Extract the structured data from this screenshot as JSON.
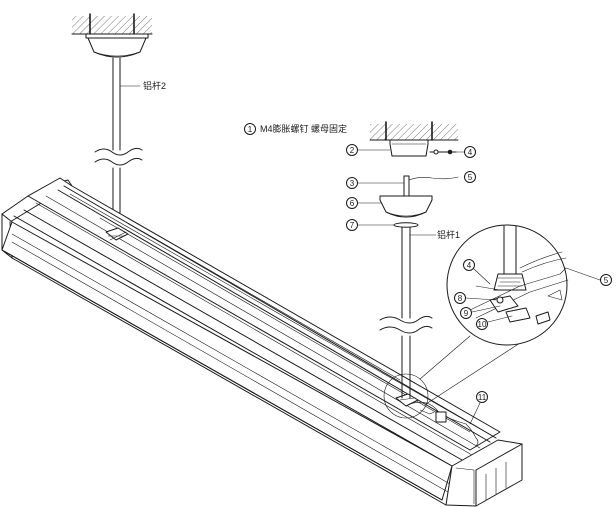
{
  "labels": {
    "rod2": "铝杆2",
    "rod1": "铝杆1",
    "note": "M4膨胀螺钉  螺母固定",
    "note_num": "1"
  },
  "callouts": [
    "2",
    "3",
    "4",
    "5",
    "6",
    "7",
    "4",
    "8",
    "9",
    "10",
    "5",
    "11"
  ]
}
